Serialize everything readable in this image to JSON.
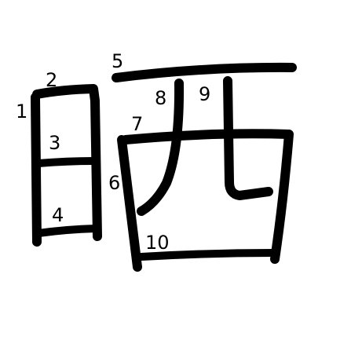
{
  "character": "晒",
  "stroke_color": "#000000",
  "background_color": "#ffffff",
  "stroke_numbers": [
    "1",
    "2",
    "3",
    "4",
    "5",
    "6",
    "7",
    "8",
    "9",
    "10"
  ]
}
